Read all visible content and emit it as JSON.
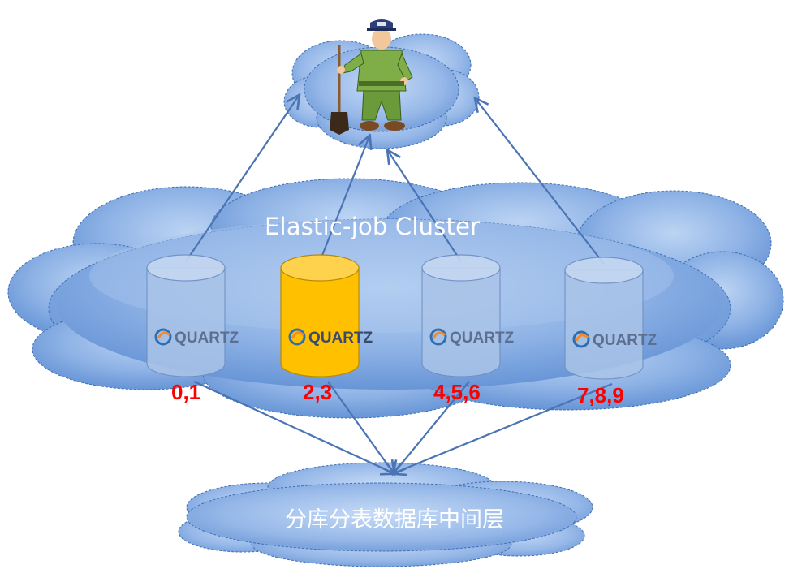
{
  "cluster": {
    "label": "Elastic-job Cluster"
  },
  "bottom": {
    "label": "分库分表数据库中间层"
  },
  "nodes": [
    {
      "brand": "QUARTZ",
      "shards": "0,1",
      "color": "#aac4e8",
      "active": false
    },
    {
      "brand": "QUARTZ",
      "shards": "2,3",
      "color": "#ffc000",
      "active": true
    },
    {
      "brand": "QUARTZ",
      "shards": "4,5,6",
      "color": "#aac4e8",
      "active": false
    },
    {
      "brand": "QUARTZ",
      "shards": "7,8,9",
      "color": "#aac4e8",
      "active": false
    }
  ],
  "colors": {
    "cloud_fill": "#7aa6e0",
    "cloud_stroke": "#3f6fb3",
    "arrow": "#4a74b4",
    "shard_text": "#ff0000",
    "active_db": "#ffc000"
  },
  "icons": {
    "top": "zookeeper-zookeeper-mascot-icon",
    "db": "database-cylinder-icon"
  }
}
